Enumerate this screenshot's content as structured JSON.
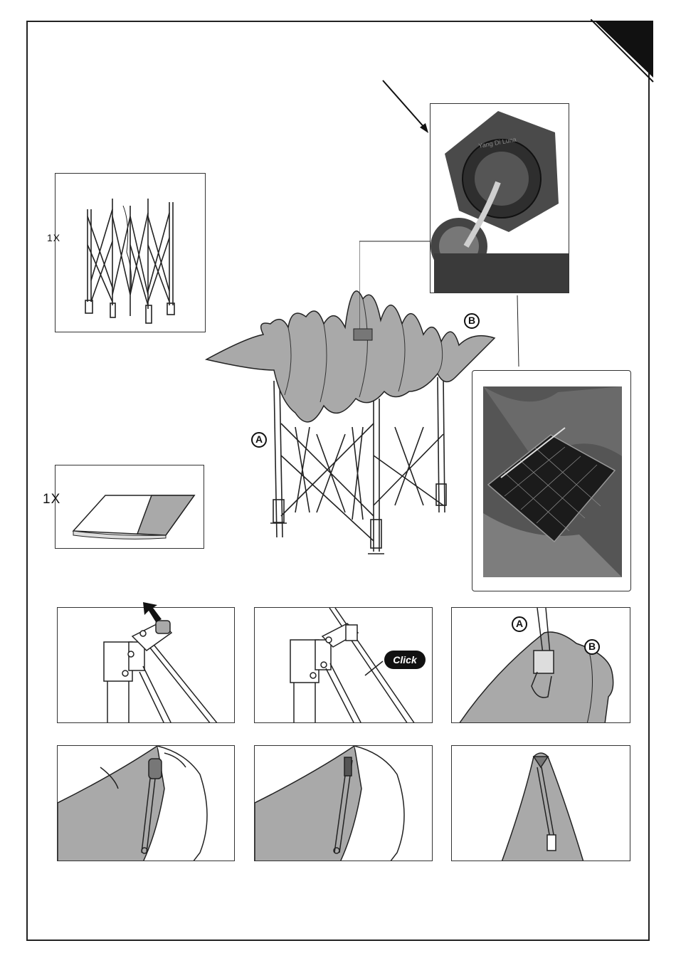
{
  "parts": {
    "frame_qty": "1X",
    "canopy_qty": "1X"
  },
  "labels": {
    "a": "A",
    "b": "B"
  },
  "steps": {
    "click_text": "Click"
  },
  "photos": {
    "lamp_brand": "Yang Di Luna"
  },
  "colors": {
    "canopy_fill": "#a9a9a9",
    "frame_stroke": "#222222",
    "border": "#222222"
  }
}
